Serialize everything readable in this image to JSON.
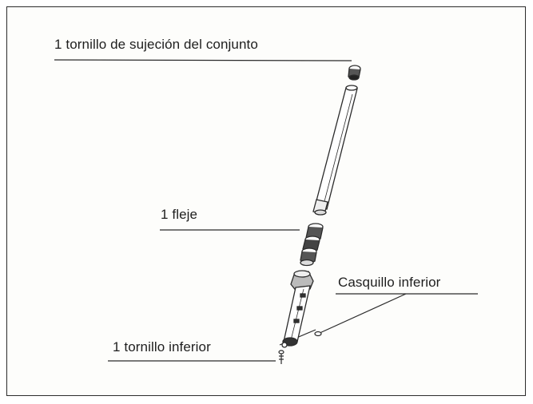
{
  "labels": {
    "assembly_screw": "1 tornillo de sujeción del conjunto",
    "spring_clip": "1 fleje",
    "lower_bushing": "Casquillo inferior",
    "lower_screw": "1 tornillo inferior"
  }
}
